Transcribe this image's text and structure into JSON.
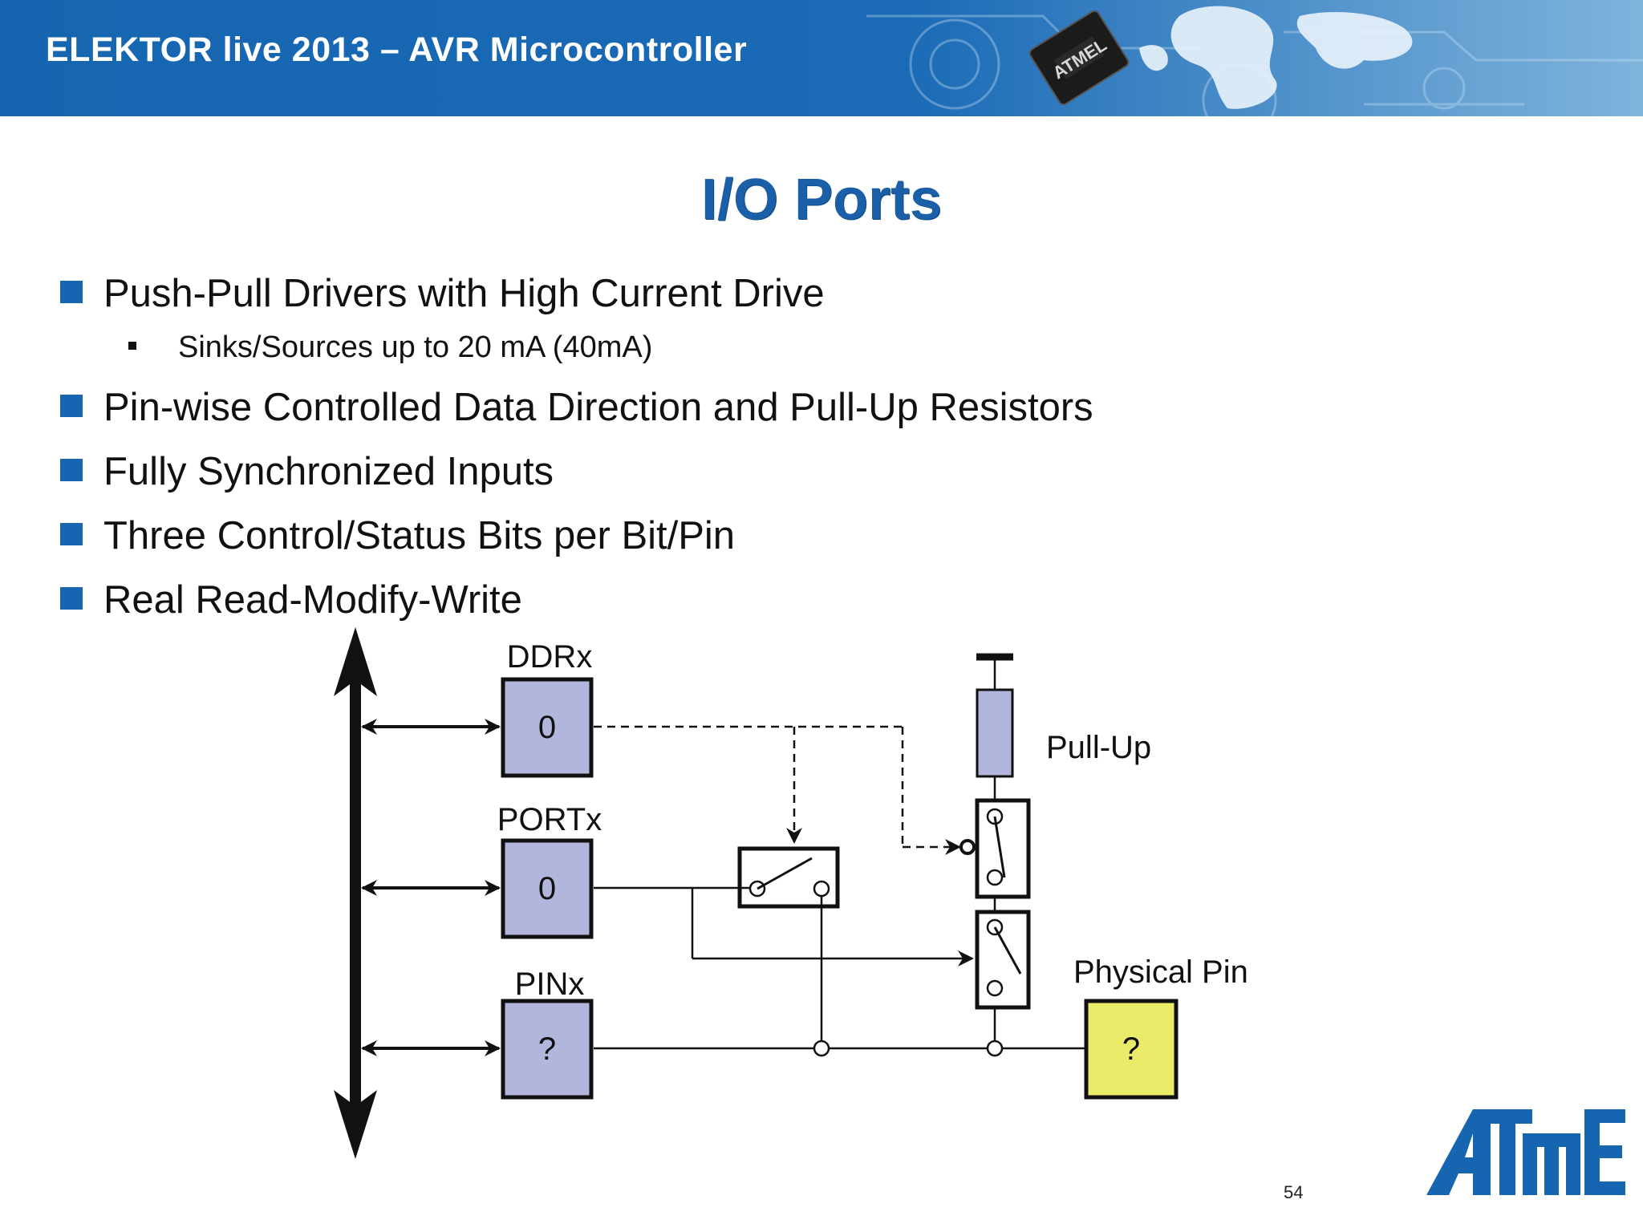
{
  "header": {
    "title": "ELEKTOR live 2013 – AVR Microcontroller",
    "colors": {
      "banner": "#1565b0",
      "text": "#ffffff"
    }
  },
  "slide": {
    "title": "I/O Ports",
    "title_color": "#1a5fa8",
    "bullets": [
      {
        "text": "Push-Pull Drivers with High Current Drive",
        "sub": [
          "Sinks/Sources up to 20 mA (40mA)"
        ]
      },
      {
        "text": "Pin-wise Controlled Data Direction and Pull-Up Resistors"
      },
      {
        "text": "Fully Synchronized Inputs"
      },
      {
        "text": "Three Control/Status Bits per Bit/Pin"
      },
      {
        "text": "Real Read-Modify-Write"
      }
    ]
  },
  "diagram": {
    "registers": [
      {
        "name": "DDRx",
        "value": "0"
      },
      {
        "name": "PORTx",
        "value": "0"
      },
      {
        "name": "PINx",
        "value": "?"
      }
    ],
    "pullup_label": "Pull-Up",
    "physical_pin": {
      "label": "Physical Pin",
      "value": "?"
    },
    "colors": {
      "register_fill": "#b3b6dc",
      "pin_fill": "#eaeb68",
      "resistor_fill": "#b3b6dc"
    }
  },
  "footer": {
    "page_number": "54",
    "logo_text": "ATMEL",
    "logo_color": "#1565b0"
  }
}
